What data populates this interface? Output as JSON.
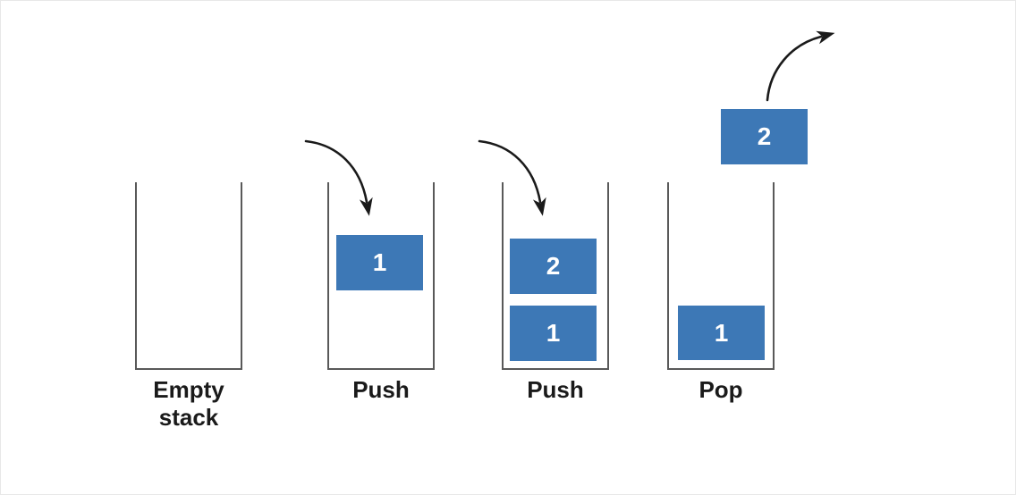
{
  "diagram": {
    "colors": {
      "box_fill": "#3d78b6",
      "box_text": "#ffffff",
      "stack_line": "#595959",
      "arrow": "#1a1a1a",
      "label_text": "#1a1a1a",
      "background": "#ffffff"
    },
    "stages": [
      {
        "label_lines": [
          "Empty",
          "stack"
        ],
        "items": []
      },
      {
        "label_lines": [
          "Push"
        ],
        "items": [
          "1"
        ]
      },
      {
        "label_lines": [
          "Push"
        ],
        "items": [
          "2",
          "1"
        ]
      },
      {
        "label_lines": [
          "Pop"
        ],
        "items": [
          "1"
        ],
        "popped_item": "2"
      }
    ],
    "icons": {
      "push_arrow": "curved-arrow-down-into-stack",
      "pop_arrow": "curved-arrow-up-out-of-stack"
    }
  }
}
